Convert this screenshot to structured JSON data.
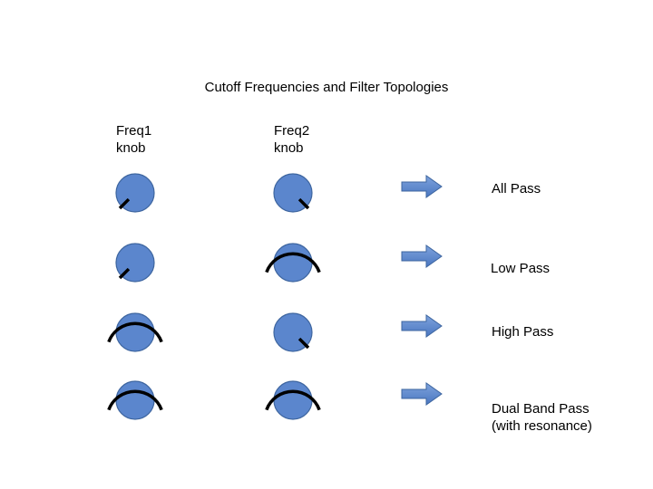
{
  "title": "Cutoff Frequencies and Filter Topologies",
  "columns": [
    {
      "line1": "Freq1",
      "line2": "knob"
    },
    {
      "line1": "Freq2",
      "line2": "knob"
    }
  ],
  "rows": [
    {
      "label": "All Pass",
      "label2": "",
      "freq1": "min",
      "freq2": "max"
    },
    {
      "label": "Low Pass",
      "label2": "",
      "freq1": "min",
      "freq2": "arc"
    },
    {
      "label": "High Pass",
      "label2": "",
      "freq1": "arc",
      "freq2": "max"
    },
    {
      "label": "Dual Band Pass",
      "label2": "(with resonance)",
      "freq1": "arc",
      "freq2": "arc"
    }
  ],
  "colors": {
    "knob_fill": "#5b86cd",
    "knob_stroke": "#3d659f",
    "arrow_fill": "#5b86cd",
    "indicator": "#000000"
  }
}
